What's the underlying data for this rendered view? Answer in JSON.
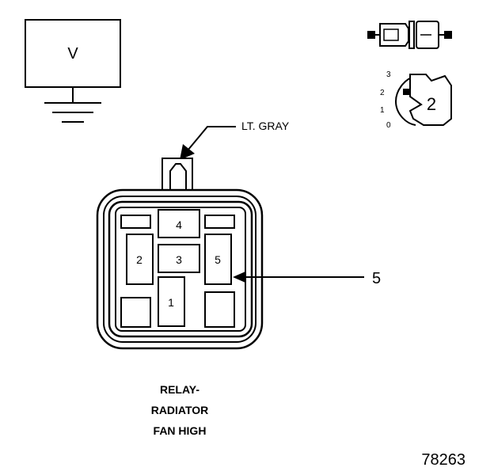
{
  "voltmeter": {
    "symbol": "V"
  },
  "wire": {
    "color_label": "LT. GRAY"
  },
  "connector": {
    "pins": [
      {
        "id": "pin-1",
        "label": "1"
      },
      {
        "id": "pin-2",
        "label": "2"
      },
      {
        "id": "pin-3",
        "label": "3"
      },
      {
        "id": "pin-4",
        "label": "4"
      },
      {
        "id": "pin-5",
        "label": "5"
      }
    ],
    "callout": "5"
  },
  "switch_detail": {
    "positions": [
      "3",
      "2",
      "1",
      "0"
    ],
    "selected": "2"
  },
  "caption": {
    "line1": "RELAY-",
    "line2": "RADIATOR",
    "line3": "FAN HIGH"
  },
  "figure_number": "78263"
}
